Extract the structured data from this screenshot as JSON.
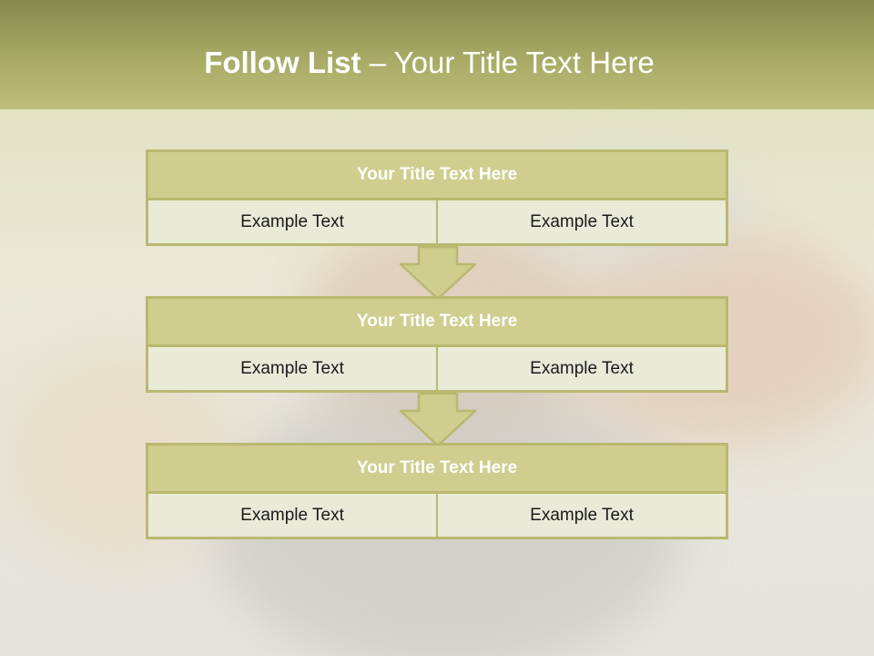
{
  "slide": {
    "title_bold": "Follow List",
    "title_rest": " – Your Title Text Here"
  },
  "blocks": [
    {
      "title": "Your Title Text Here",
      "left": "Example Text",
      "right": "Example Text"
    },
    {
      "title": "Your Title Text Here",
      "left": "Example Text",
      "right": "Example Text"
    },
    {
      "title": "Your Title Text Here",
      "left": "Example Text",
      "right": "Example Text"
    }
  ],
  "colors": {
    "header_fill": "#cfce8f",
    "border": "#b9b870",
    "row_fill": "#eaead8",
    "arrow_fill": "#cfce8f"
  }
}
